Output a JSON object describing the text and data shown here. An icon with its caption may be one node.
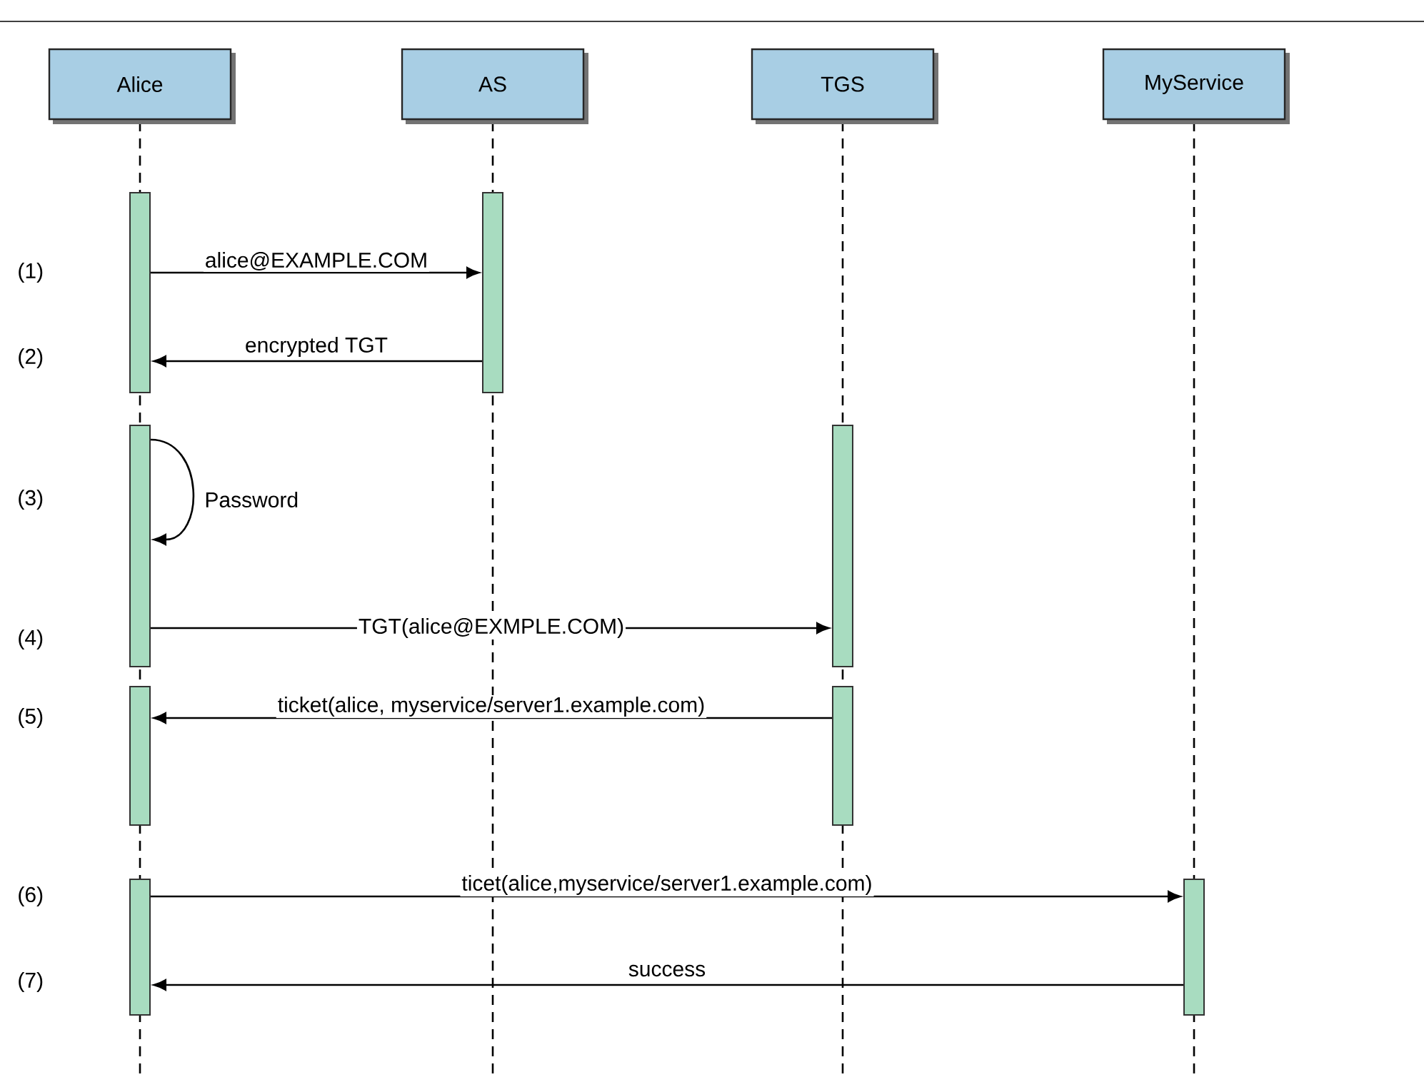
{
  "diagram": {
    "nodes": [
      {
        "text": [
          "Alice"
        ]
      },
      {
        "text": [
          "AS"
        ]
      },
      {
        "text": [
          "TGS"
        ]
      },
      {
        "text": [
          "MyService"
        ]
      },
      {
        "text": [],
        "shape": "bar"
      },
      {
        "text": [],
        "shape": "bar"
      },
      {
        "text": [],
        "shape": "bar"
      },
      {
        "text": [],
        "shape": "bar"
      },
      {
        "text": [],
        "shape": "bar"
      },
      {
        "text": [],
        "shape": "bar"
      },
      {
        "text": [],
        "shape": "bar"
      },
      {
        "text": [],
        "shape": "bar"
      }
    ],
    "edges": [
      {
        "from": 4,
        "to": 5,
        "arrow": "to",
        "label": "alice@EXAMPLE.COM"
      },
      {
        "from": 5,
        "to": 4,
        "arrow": "to",
        "label": "encrypted TGT"
      },
      {
        "from": 6,
        "to": 6,
        "arrow": "to",
        "label": "Password"
      },
      {
        "from": 6,
        "to": 7,
        "arrow": "to",
        "label": "TGT(alice@EXMPLE.COM)"
      },
      {
        "from": 9,
        "to": 8,
        "arrow": "to",
        "label": "ticket(alice, myservice/server1.example.com)"
      },
      {
        "from": 10,
        "to": 11,
        "arrow": "to",
        "label": "ticet(alice,myservice/server1.example.com)"
      },
      {
        "from": 11,
        "to": 10,
        "arrow": "to",
        "label": "success"
      }
    ],
    "labels": [
      "(1)",
      "(2)",
      "(3)",
      "(4)",
      "(5)",
      "(6)",
      "(7)"
    ]
  }
}
